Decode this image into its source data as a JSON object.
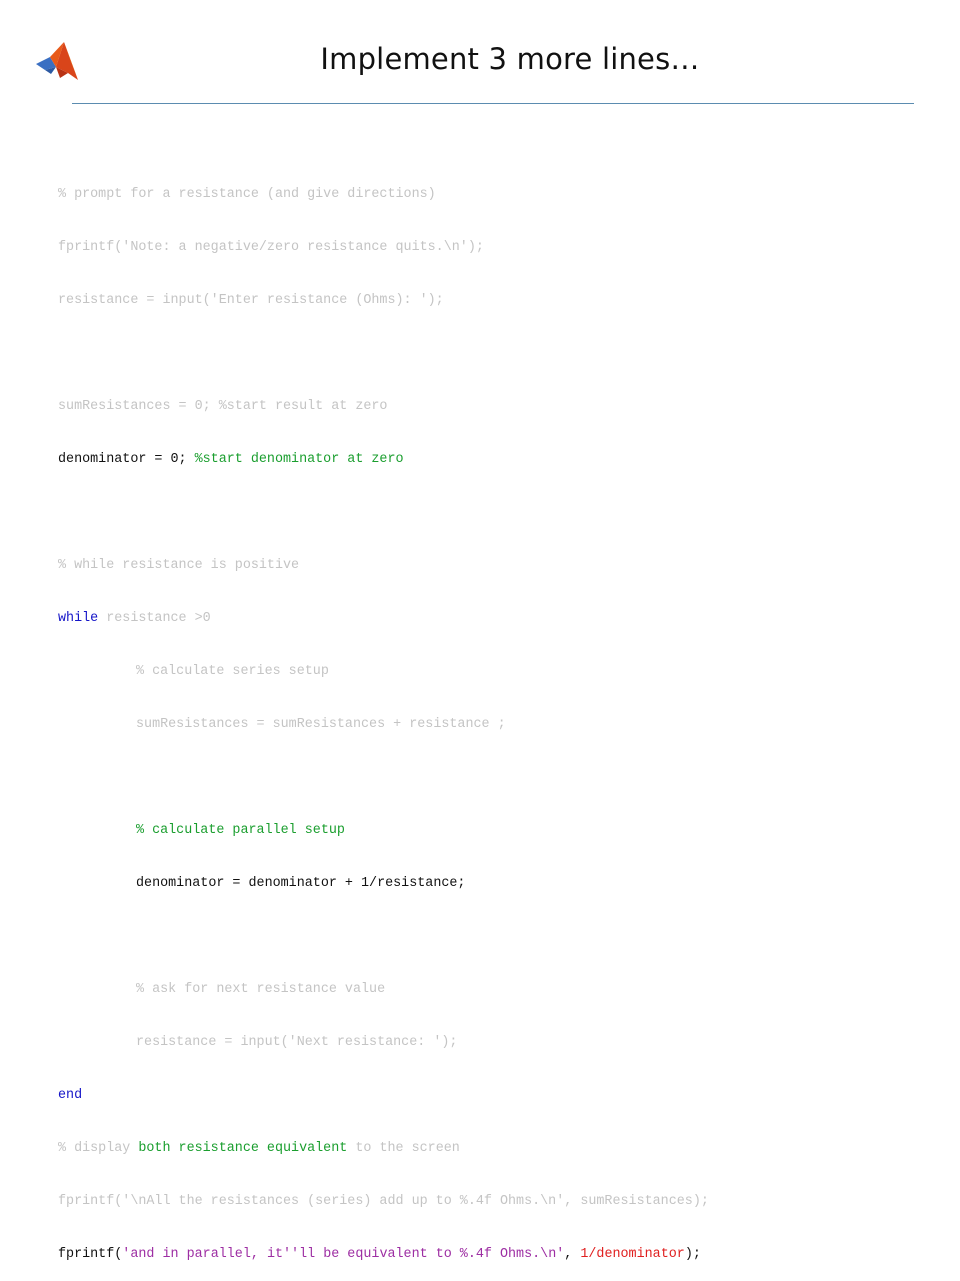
{
  "header": {
    "title": "Implement 3 more lines…"
  },
  "code": {
    "l1": "% prompt for a resistance (and give directions)",
    "l2": "fprintf('Note: a negative/zero resistance quits.\\n');",
    "l3": "resistance = input('Enter resistance (Ohms): ');",
    "l5": "sumResistances = 0; %start result at zero",
    "l6a": "denominator = 0; ",
    "l6b": "%start denominator at zero",
    "l8": "% while resistance is positive",
    "l9a": "while",
    "l9b": " resistance >0",
    "l10": "% calculate series setup",
    "l11": "sumResistances = sumResistances + resistance ;",
    "l13": "% calculate parallel setup",
    "l14": "denominator = denominator + 1/resistance;",
    "l16": "% ask for next resistance value",
    "l17": "resistance = input('Next resistance: ');",
    "l18": "end",
    "l19a": "% display ",
    "l19b": "both resistance equivalent",
    "l19c": " to the screen",
    "l20": "fprintf('\\nAll the resistances (series) add up to %.4f Ohms.\\n', sumResistances);",
    "l21a": "fprintf(",
    "l21b": "'and in parallel, it''ll be equivalent to %.4f Ohms.\\n'",
    "l21c": ", ",
    "l21d": "1/denominator",
    "l21e": ");"
  }
}
